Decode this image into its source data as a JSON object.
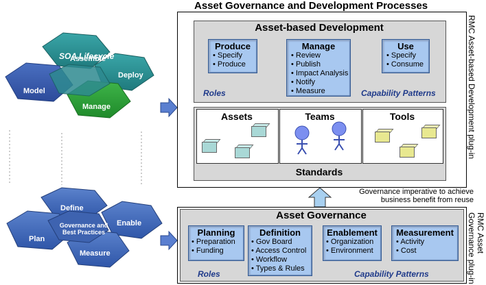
{
  "diagram": {
    "title": "Asset Governance and Development Processes",
    "lifecycle": {
      "label": "SOA Lifecycle",
      "segments": [
        "Model",
        "Assemble",
        "Deploy",
        "Manage"
      ],
      "color": "#2b8f92"
    },
    "governance_lifecycle": {
      "center_label": [
        "Governance and",
        "Best Practices"
      ],
      "segments": [
        "Define",
        "Plan",
        "Enable",
        "Measure"
      ],
      "color": "#3a67b4"
    },
    "abd": {
      "title": "Asset-based Development",
      "boxes": [
        {
          "title": "Produce",
          "items": [
            "Specify",
            "Produce"
          ]
        },
        {
          "title": "Manage",
          "items": [
            "Review",
            "Publish",
            "Impact Analysis",
            "Notify",
            "Measure"
          ]
        },
        {
          "title": "Use",
          "items": [
            "Specify",
            "Consume"
          ]
        }
      ],
      "roles_label": "Roles",
      "patterns_label": "Capability Patterns"
    },
    "resources": {
      "assets_label": "Assets",
      "teams_label": "Teams",
      "tools_label": "Tools",
      "standards_label": "Standards"
    },
    "governance_imperative": [
      "Governance imperative to achieve",
      "business benefit from reuse"
    ],
    "ag": {
      "title": "Asset Governance",
      "boxes": [
        {
          "title": "Planning",
          "items": [
            "Preparation",
            "Funding"
          ]
        },
        {
          "title": "Definition",
          "items": [
            "Gov Board",
            "Access Control",
            "Workflow",
            "Types & Rules"
          ]
        },
        {
          "title": "Enablement",
          "items": [
            "Organization",
            "Environment"
          ]
        },
        {
          "title": "Measurement",
          "items": [
            "Activity",
            "Cost"
          ]
        }
      ],
      "roles_label": "Roles",
      "patterns_label": "Capability Patterns"
    },
    "side_label_top": [
      "RMC Asset-based Development plug-in"
    ],
    "side_label_bottom": [
      "RMC Asset",
      "Governance plug-in"
    ],
    "colors": {
      "box_blue": "#a8c8f0",
      "label_blue": "#1f3a8a",
      "asset_cube": "#a9d8d6",
      "tool_cube": "#e8e890",
      "team_figure": "#7c8ff0"
    }
  }
}
